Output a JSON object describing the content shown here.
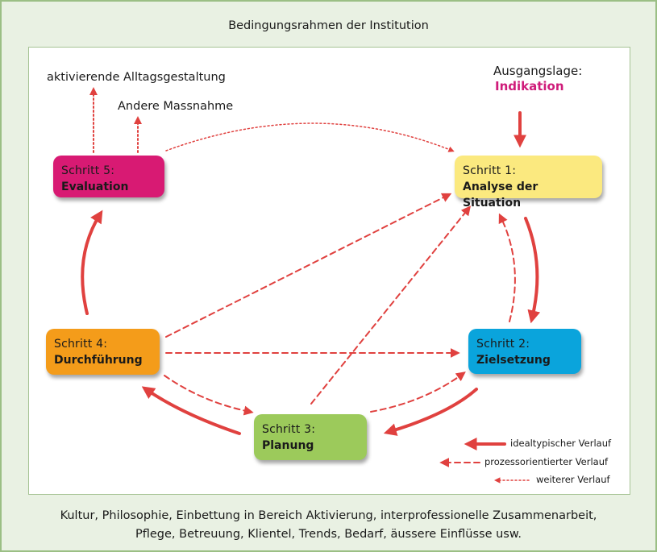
{
  "frame_title": "Bedingungsrahmen der Institution",
  "colors": {
    "frame_bg": "#e9f1e3",
    "frame_border": "#9bbf85",
    "arrow": "#e0413f",
    "indikation": "#cf1b7a"
  },
  "start": {
    "label": "Ausgangslage:",
    "value": "Indikation"
  },
  "outcomes": {
    "alltag": "aktivierende Alltagsgestaltung",
    "massnahme": "Andere Massnahme"
  },
  "steps": [
    {
      "number": "Schritt 1:",
      "name": "Analyse der Situation",
      "color": "#fbe97f"
    },
    {
      "number": "Schritt 2:",
      "name": "Zielsetzung",
      "color": "#0aa4dc"
    },
    {
      "number": "Schritt 3:",
      "name": "Planung",
      "color": "#9cca5b"
    },
    {
      "number": "Schritt 4:",
      "name": "Durchführung",
      "color": "#f49c1a"
    },
    {
      "number": "Schritt 5:",
      "name": "Evaluation",
      "color": "#d81a73"
    }
  ],
  "legend": {
    "ideal": "idealtypischer Verlauf",
    "prozess": "prozessorientierter Verlauf",
    "weiter": "weiterer Verlauf"
  },
  "footer": {
    "line1": "Kultur, Philosophie, Einbettung in Bereich Aktivierung, interprofessionelle Zusammenarbeit,",
    "line2": "Pflege, Betreuung, Klientel, Trends, Bedarf, äussere Einflüsse usw."
  }
}
